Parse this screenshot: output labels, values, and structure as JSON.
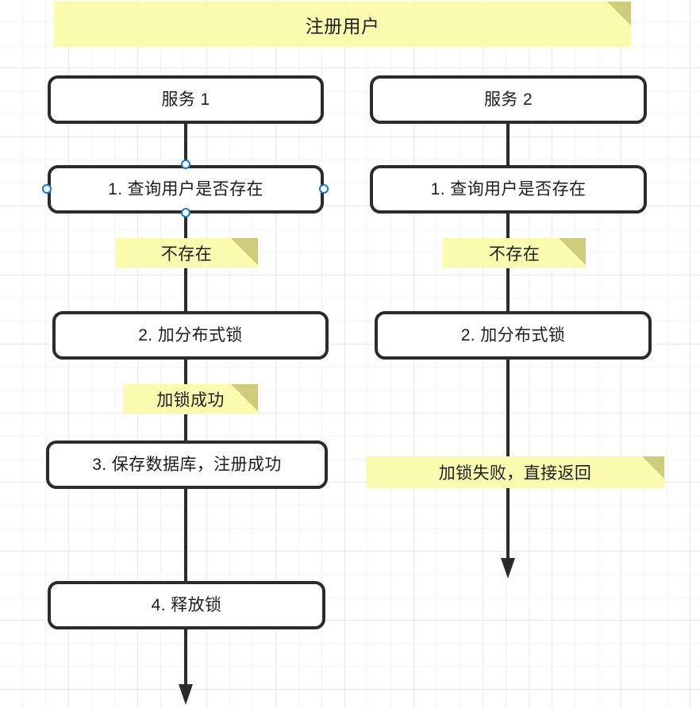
{
  "diagram": {
    "title": "注册用户",
    "colors": {
      "note_fill": "#fbfbaf",
      "note_fold": "#cfcb7d",
      "node_border": "#2b2b2b",
      "node_fill": "#ffffff",
      "connector": "#2b2b2b",
      "selection_handle": "#1878d0",
      "canvas_background": "#ffffff",
      "grid_minor": "#f4f4f4",
      "grid_major": "#e9e9e9"
    },
    "banner": {
      "text": "注册用户"
    },
    "lanes": [
      {
        "id": "service-1",
        "header": "服务 1",
        "steps": [
          {
            "id": "step-1-1",
            "text": "1. 查询用户是否存在",
            "selected": true
          },
          {
            "id": "step-1-2",
            "text": "2. 加分布式锁",
            "selected": false
          },
          {
            "id": "step-1-3",
            "text": "3. 保存数据库，注册成功",
            "selected": false
          },
          {
            "id": "step-1-4",
            "text": "4. 释放锁",
            "selected": false
          }
        ],
        "notes": [
          {
            "id": "note-1-1",
            "text": "不存在"
          },
          {
            "id": "note-1-2",
            "text": "加锁成功"
          }
        ]
      },
      {
        "id": "service-2",
        "header": "服务 2",
        "steps": [
          {
            "id": "step-2-1",
            "text": "1. 查询用户是否存在",
            "selected": false
          },
          {
            "id": "step-2-2",
            "text": "2. 加分布式锁",
            "selected": false
          }
        ],
        "notes": [
          {
            "id": "note-2-1",
            "text": "不存在"
          },
          {
            "id": "note-2-2",
            "text": "加锁失败，直接返回"
          }
        ]
      }
    ]
  }
}
